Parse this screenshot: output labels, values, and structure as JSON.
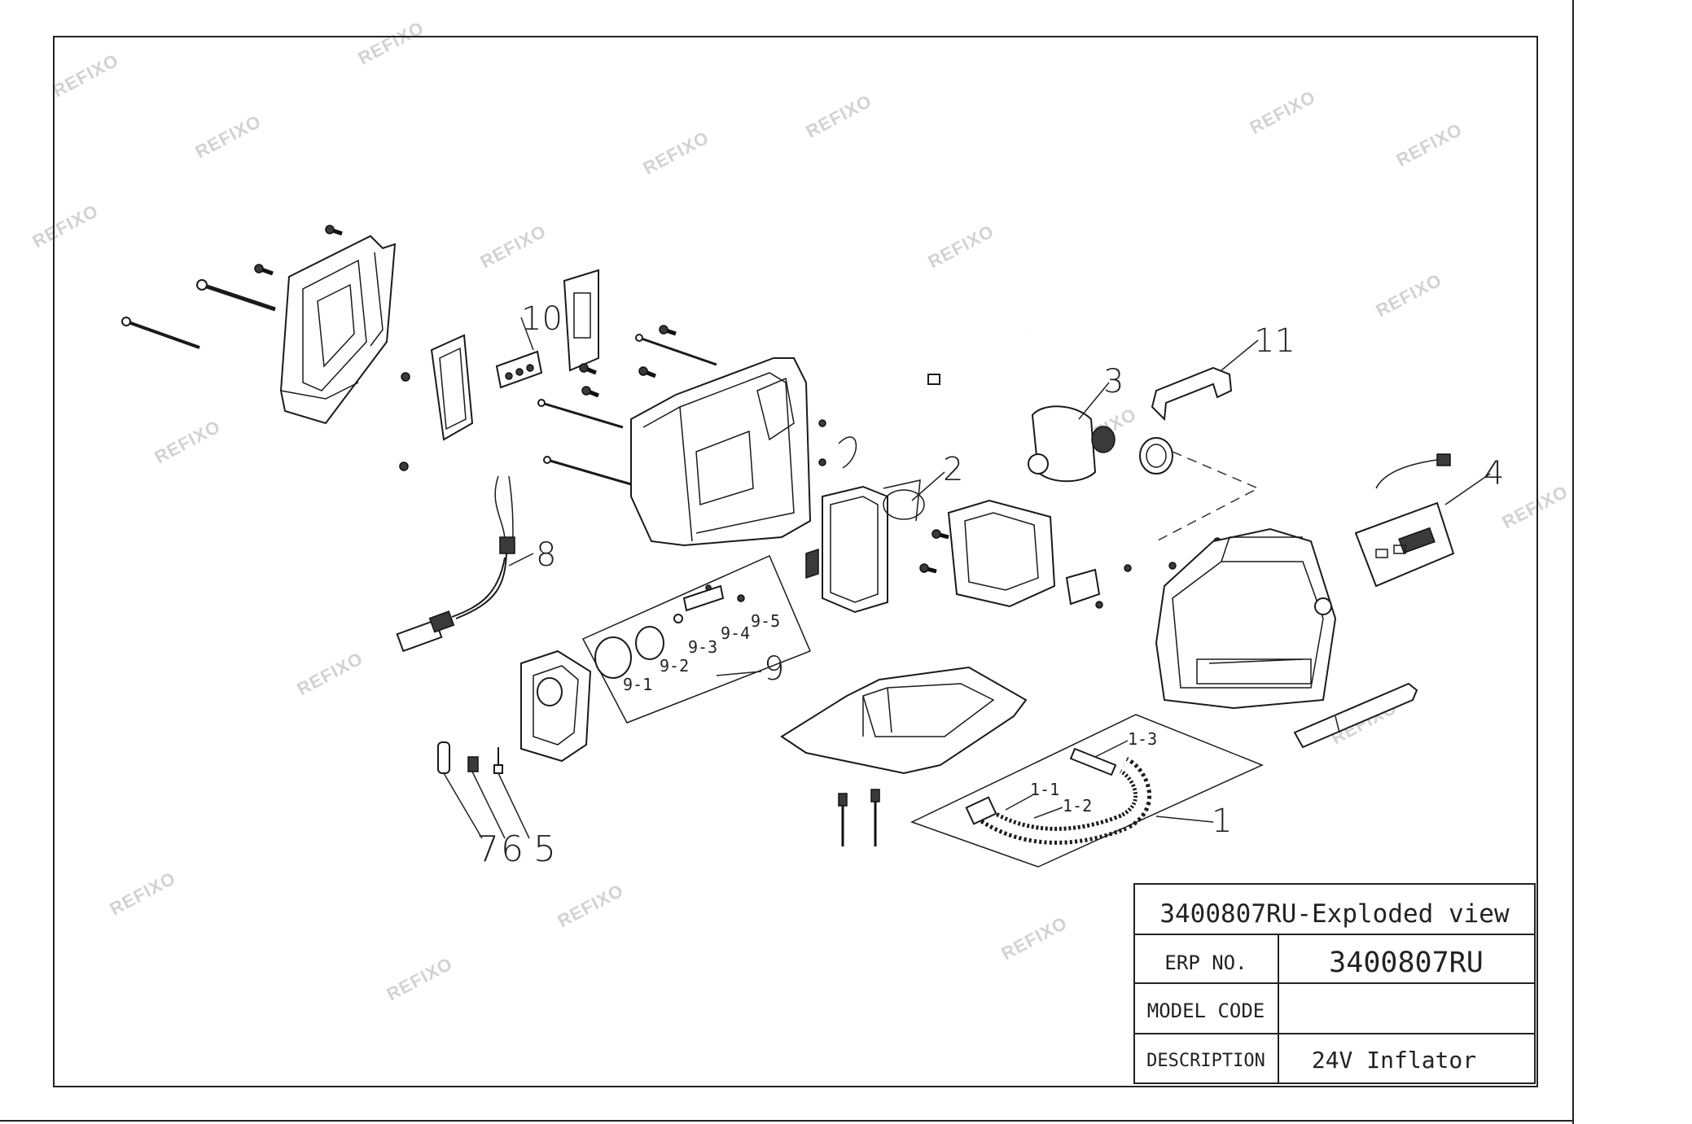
{
  "watermark_text": "REFIXO",
  "callouts": {
    "c1": "1",
    "c1_1": "1-1",
    "c1_2": "1-2",
    "c1_3": "1-3",
    "c2": "2",
    "c3": "3",
    "c4": "4",
    "c5": "5",
    "c6": "6",
    "c7": "7",
    "c8": "8",
    "c9": "9",
    "c9_1": "9-1",
    "c9_2": "9-2",
    "c9_3": "9-3",
    "c9_4": "9-4",
    "c9_5": "9-5",
    "c10": "10",
    "c11": "11"
  },
  "title_block": {
    "title": "3400807RU-Exploded view",
    "erp_label": "ERP NO.",
    "erp_value": "3400807RU",
    "model_label": "MODEL CODE",
    "model_value": "",
    "description_label": "DESCRIPTION",
    "description_value": "24V Inflator"
  }
}
